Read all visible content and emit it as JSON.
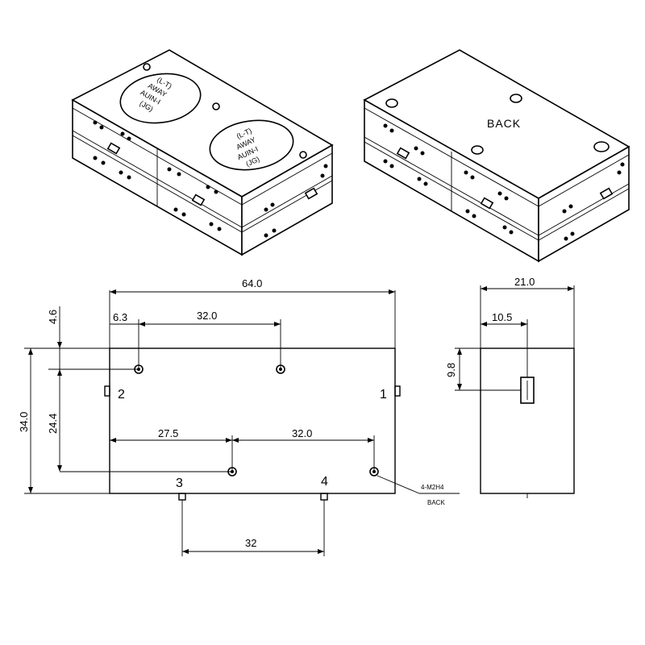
{
  "iso_back": {
    "label": "BACK"
  },
  "iso_front": {
    "label_a": [
      "(L-T)",
      "AWAY",
      "AUIN-I",
      "(JG)"
    ],
    "label_b": [
      "(L-T)",
      "AWAY",
      "AUIN-I",
      "(JG)"
    ]
  },
  "top_view": {
    "dim_length": "64.0",
    "dim_hole_offset_x": "6.3",
    "dim_hole_spacing_top": "32.0",
    "dim_hole_offset_y": "4.6",
    "dim_height": "34.0",
    "dim_hole_spacing_y": "24.4",
    "dim_hole_offset_bottom": "27.5",
    "dim_hole_spacing_bottom": "32.0",
    "dim_port_spacing": "32",
    "port_1": "1",
    "port_2": "2",
    "port_3": "3",
    "port_4": "4",
    "hole_note_line1": "4-M2H4",
    "hole_note_line2": "BACK"
  },
  "side_view": {
    "dim_width": "21.0",
    "dim_connector_x": "10.5",
    "dim_connector_y": "9.8"
  }
}
